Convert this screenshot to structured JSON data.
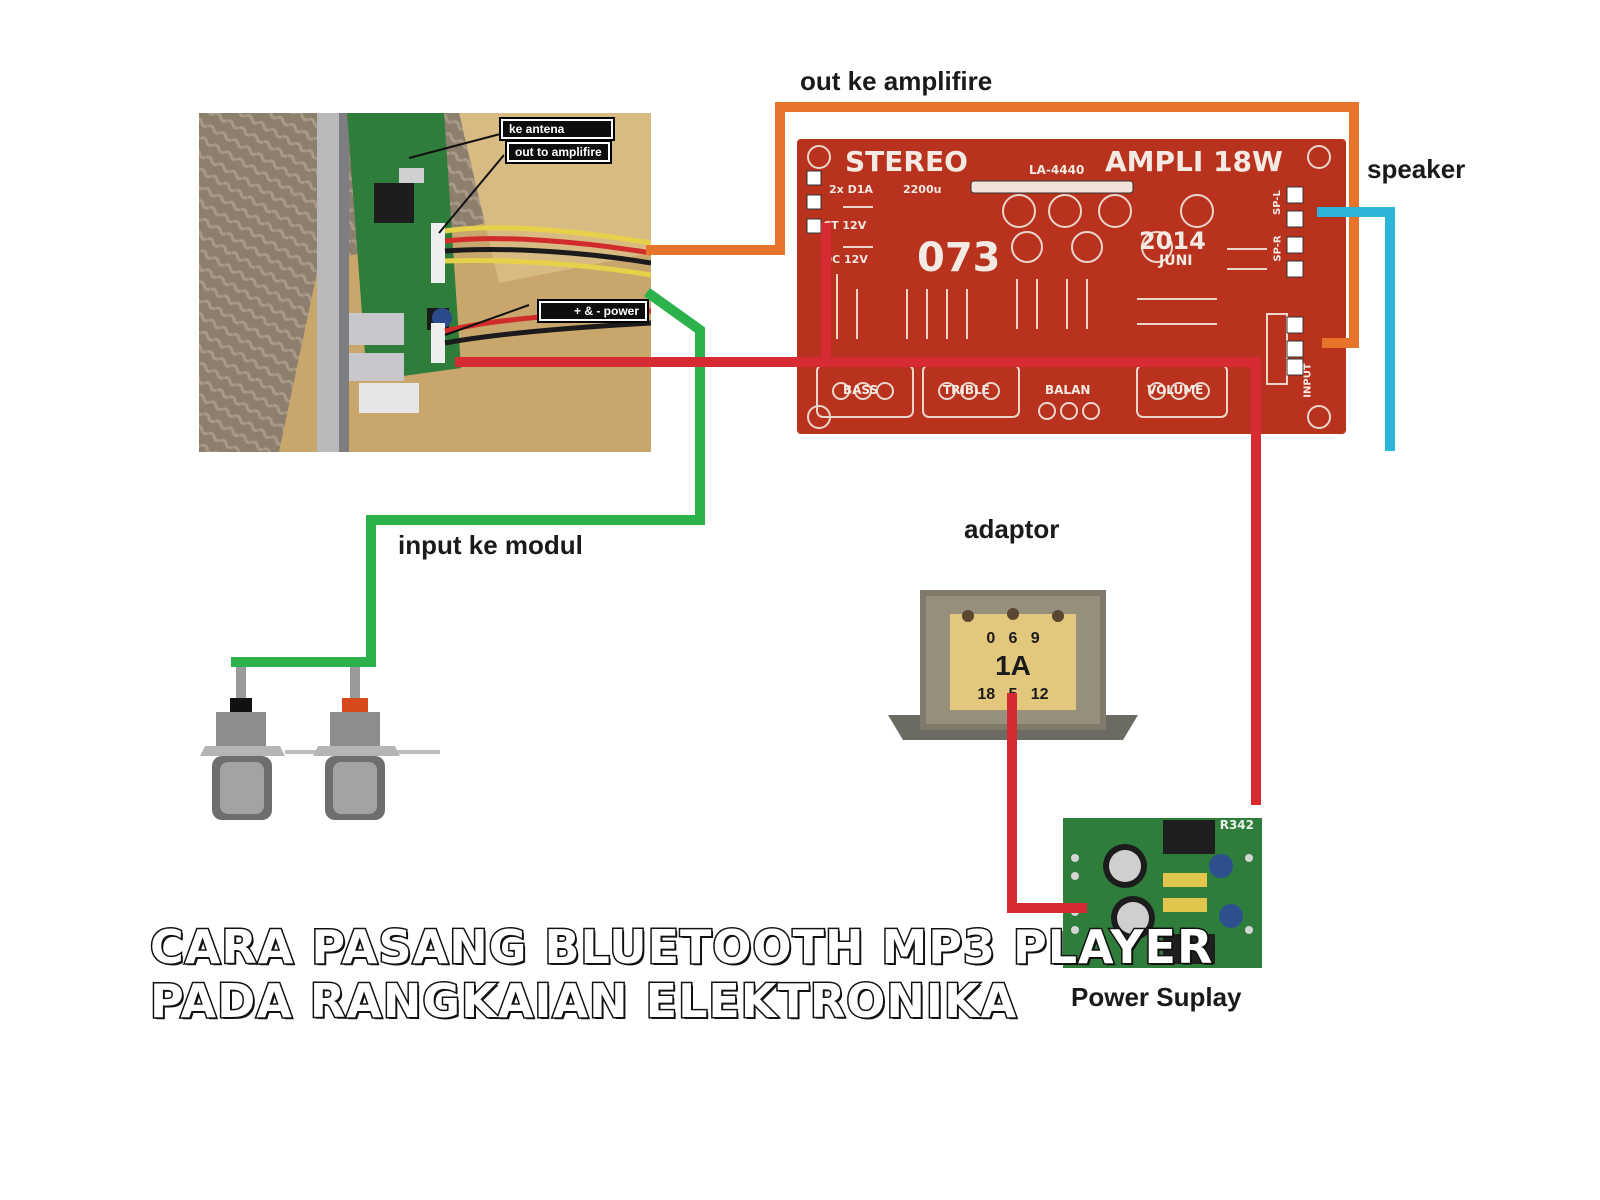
{
  "labels": {
    "out_amp": "out ke amplifire",
    "speaker": "speaker",
    "input_modul": "input ke modul",
    "adaptor": "adaptor",
    "power_supply": "Power Suplay"
  },
  "module_tags": {
    "antena": "ke antena",
    "out_amp": "out to amplifire",
    "power": "+ & - power"
  },
  "amp_board": {
    "stereo": "STEREO",
    "model": "AMPLI 18W",
    "ic": "LA-4440",
    "number": "073",
    "year": "2014",
    "month": "JUNI",
    "bass": "BASS",
    "treble": "TRIBLE",
    "balance": "BALAN",
    "volume": "VOLUME",
    "input": "INPUT",
    "sp_l": "SP-L",
    "sp_r": "SP-R",
    "dc": "DC 12V",
    "ct": "CT 12V",
    "diode": "2x D1A",
    "cap": "2200u"
  },
  "transformer": {
    "taps_top": "0   6   9",
    "rating": "1A",
    "taps_bottom": "18   5   12"
  },
  "psu_board": {
    "model": "R342"
  },
  "title": {
    "line1": "CARA PASANG BLUETOOTH MP3 PLAYER",
    "line2": "PADA RANGKAIAN ELEKTRONIKA"
  },
  "colors": {
    "orange_wire": "#e8732a",
    "blue_wire": "#2bb3d8",
    "green_wire": "#2bb24a",
    "red_wire": "#d62b32",
    "pcb_red": "#b8321e",
    "pcb_green": "#2f7d3a"
  }
}
